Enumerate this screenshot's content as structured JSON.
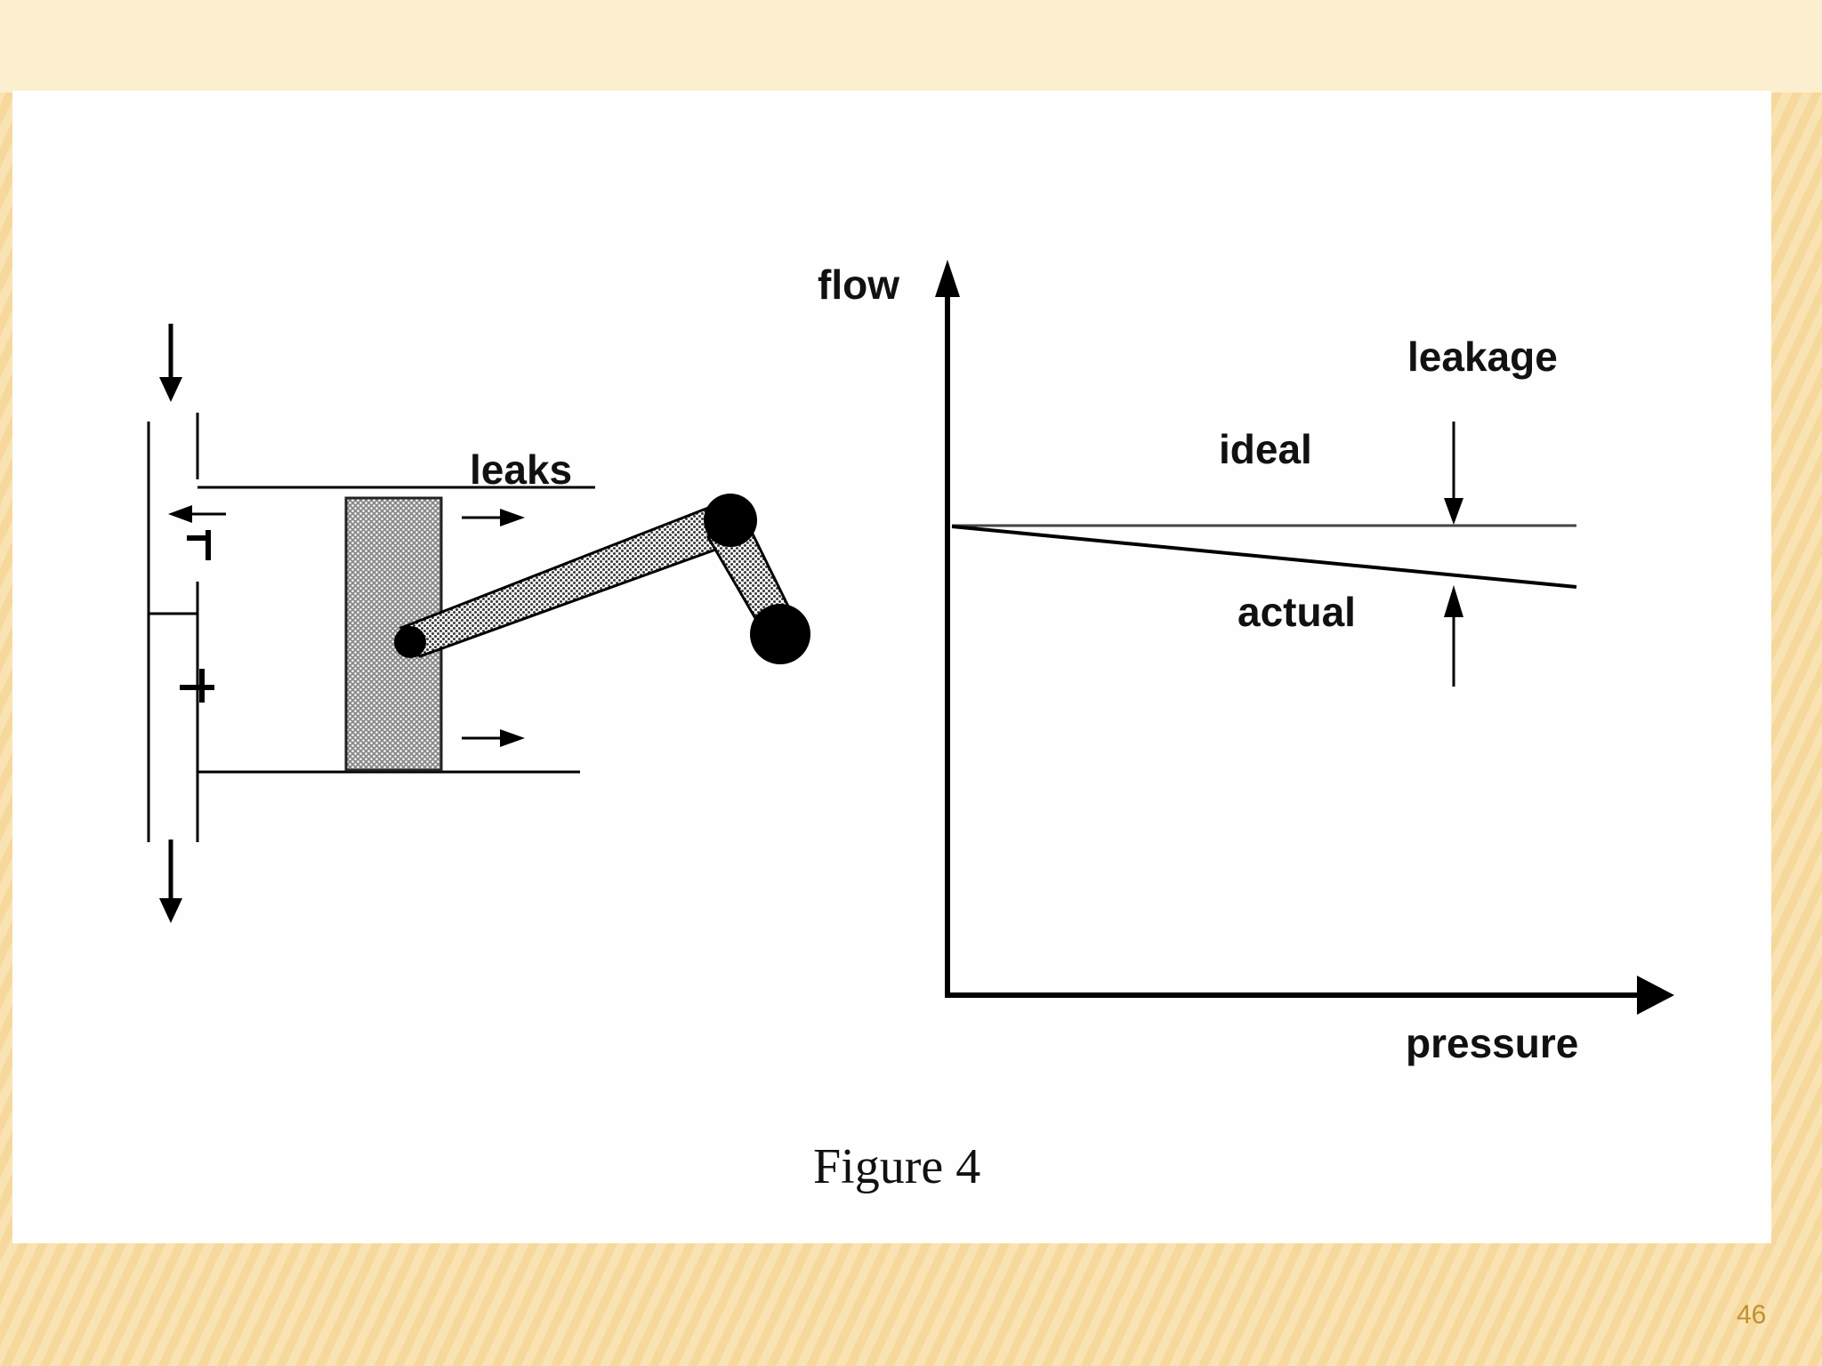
{
  "figure": {
    "caption": "Figure 4",
    "pump_diagram": {
      "label": "leaks"
    },
    "graph": {
      "y_axis_label": "flow",
      "x_axis_label": "pressure",
      "line_labels": {
        "ideal": "ideal",
        "actual": "actual"
      },
      "gap_label": "leakage"
    }
  },
  "slide": {
    "number": "46"
  }
}
